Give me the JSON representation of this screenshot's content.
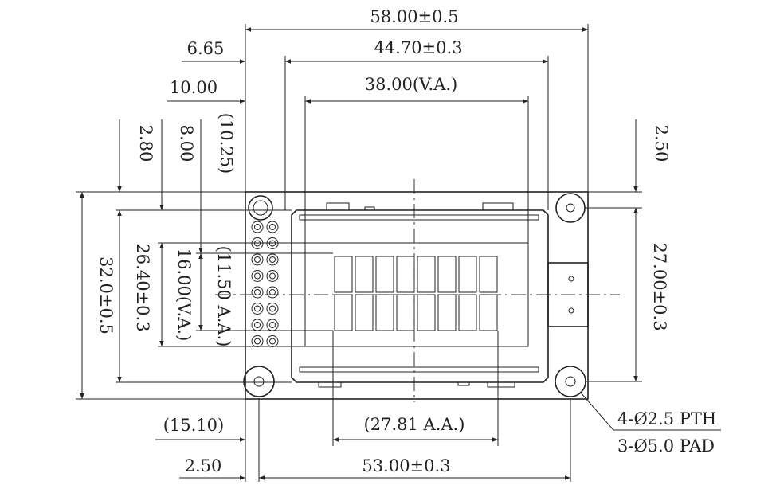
{
  "dimensions": {
    "overall_width": "58.00±0.5",
    "glass_width": "44.70±0.3",
    "va_width": "38.00(V.A.)",
    "left_6_65": "6.65",
    "left_10_00": "10.00",
    "left_2_80": "2.80",
    "left_8_00": "8.00",
    "left_10_25": "(10.25)",
    "right_2_50": "2.50",
    "overall_height": "32.0±0.5",
    "glass_height": "26.40±0.3",
    "va_height": "16.00(V.A.)",
    "aa_height": "(11.50 A.A.)",
    "hole_pitch_v": "27.00±0.3",
    "bottom_15_10": "(15.10)",
    "aa_width": "(27.81 A.A.)",
    "bottom_2_50": "2.50",
    "hole_pitch_h": "53.00±0.3"
  },
  "notes": {
    "hole_note_1": "4-Ø2.5 PTH",
    "hole_note_2": "3-Ø5.0 PAD"
  },
  "layout": {
    "character_cells_per_row": 8,
    "character_rows": 2,
    "pin_rows": 8,
    "pin_columns": 2
  }
}
